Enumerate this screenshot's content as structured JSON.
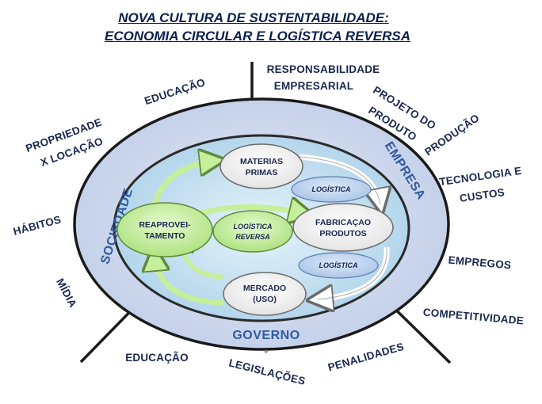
{
  "title": {
    "line1": "NOVA CULTURA DE SUSTENTABILIDADE:",
    "line2": "ECONOMIA CIRCULAR E LOGÍSTICA REVERSA"
  },
  "sectors": {
    "sociedade": "SOCIEDADE",
    "empresa": "EMPRESA",
    "governo": "GOVERNO"
  },
  "cycle": {
    "materias_1": "MATERIAS",
    "materias_2": "PRIMAS",
    "fabricacao_1": "FABRICAÇAO",
    "fabricacao_2": "PRODUTOS",
    "mercado_1": "MERCADO",
    "mercado_2": "(USO)",
    "reaprov_1": "REAPROVEI-",
    "reaprov_2": "TAMENTO",
    "center_1": "LOGÍSTICA",
    "center_2": "REVERSA",
    "logistica_top": "LOGÍSTICA",
    "logistica_bottom": "LOGÍSTICA"
  },
  "outer_labels": {
    "responsabilidade_1": "RESPONSABILIDADE",
    "responsabilidade_2": "EMPRESARIAL",
    "projeto_1": "PROJETO DO",
    "projeto_2": "PRODUTO",
    "producao": "PRODUÇÃO",
    "tecnologia_1": "TECNOLOGIA E",
    "tecnologia_2": "CUSTOS",
    "empregos": "EMPREGOS",
    "competitividade": "COMPETITIVIDADE",
    "penalidades": "PENALIDADES",
    "legislacoes": "LEGISLAÇÕES",
    "educacao_bottom": "EDUCAÇÃO",
    "midia": "MÍDIA",
    "habitos": "HÁBITOS",
    "propriedade_1": "PROPRIEDADE",
    "propriedade_2": "X LOCAÇÃO",
    "educacao_top": "EDUCAÇÃO"
  },
  "colors": {
    "outer_ring": "#cfd9ee",
    "inner_disc": "#c7e2f2",
    "green_node": "#c9f0a0",
    "white_node": "#f6f6f6",
    "logistica_node": "#bcd4ee",
    "text_dark": "#1a2750",
    "sector_blue": "#2f5aa0"
  }
}
